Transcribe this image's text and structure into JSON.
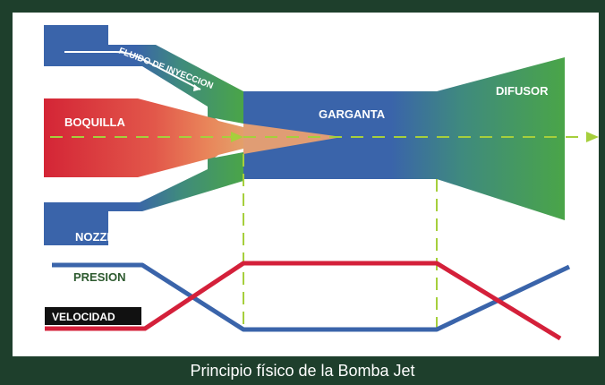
{
  "diagram": {
    "labels": {
      "injection_fluid": "FLUIDO DE INYECCION",
      "nozzle_es": "BOQUILLA",
      "throat": "GARGANTA",
      "diffuser": "DIFUSOR",
      "nozzle_en": "NOZZLE",
      "pressure": "PRESION",
      "velocity": "VELOCIDAD"
    },
    "colors": {
      "body_blue": "#3a64aa",
      "diffuser_green": "#4aa548",
      "nozzle_red": "#d62837",
      "pressure_line": "#3a64aa",
      "velocity_line": "#d4203a",
      "guide_line": "#a6cf3c",
      "pressure_text": "#2d5a2f"
    }
  },
  "caption": "Principio físico de la Bomba Jet"
}
